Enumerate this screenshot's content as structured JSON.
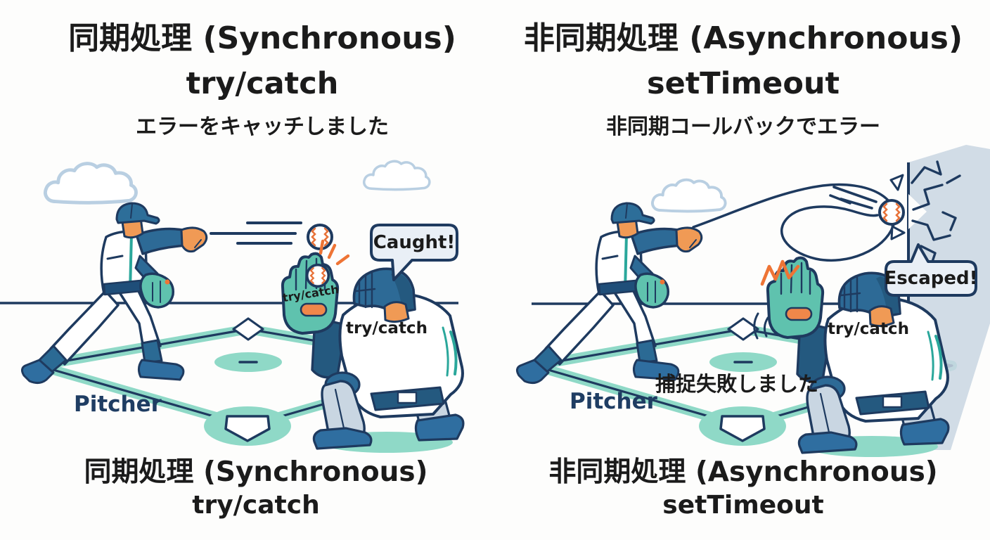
{
  "left_panel": {
    "header": {
      "line1": "同期処理 (Synchronous)",
      "line2": "try/catch",
      "line3": "エラーをキャッチしました"
    },
    "scene": {
      "speech_bubble": "Caught!",
      "glove_label": "try/catch",
      "jersey_label": "try/catch",
      "pitcher_label": "Pitcher"
    },
    "footer": {
      "line1": "同期処理 (Synchronous)",
      "line2": "try/catch"
    }
  },
  "right_panel": {
    "header": {
      "line1": "非同期処理 (Asynchronous)",
      "line2": "setTimeout",
      "line3": "非同期コールバックでエラー"
    },
    "scene": {
      "speech_bubble": "Escaped!",
      "jersey_label": "try/catch",
      "pitcher_label": "Pitcher",
      "fail_label": "捕捉失敗しました"
    },
    "footer": {
      "line1": "非同期処理 (Asynchronous)",
      "line2": "setTimeout"
    }
  },
  "colors": {
    "outline_navy": "#1e3a5f",
    "field_teal": "#8fd9c7",
    "glove_teal": "#5fc2ae",
    "accent_orange": "#ee7435",
    "uniform_blue": "#2d6a96",
    "skin": "#f09a55",
    "bubble_fill": "#e9eff6",
    "wall_gray": "#c9d6e2",
    "label_navy": "#1f3d63",
    "cloud_blue": "#b9cfe2",
    "text_black": "#1b1b1b"
  }
}
